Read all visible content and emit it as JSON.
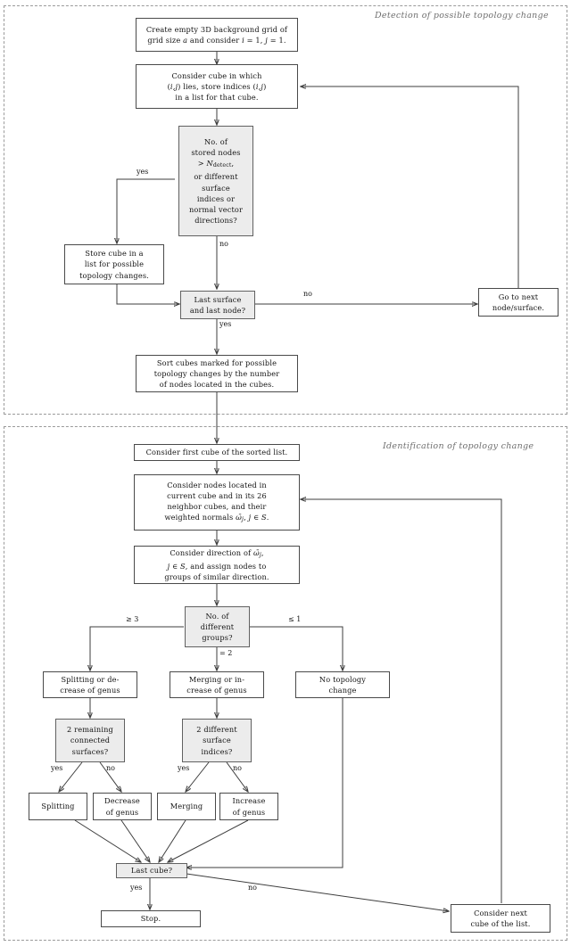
{
  "panels": [
    {
      "name": "detection-panel",
      "label": "Detection of possible topology change"
    },
    {
      "name": "identification-panel",
      "label": "Identification of topology change"
    }
  ],
  "nodes": [
    {
      "id": "create-grid",
      "text": "Create empty 3D background grid of\ngrid size a and consider i = 1, j = 1.",
      "shape": "process"
    },
    {
      "id": "consider-cube",
      "text": "Consider cube in which\n(i,j) lies, store indices (i,j)\nin a list for that cube.",
      "shape": "process"
    },
    {
      "id": "stored-nodes-test",
      "text": "No. of\nstored nodes\n> Ndetect,\nor different\nsurface\nindices or\nnormal vector\ndirections?",
      "shape": "decision"
    },
    {
      "id": "store-cube",
      "text": "Store cube in a\nlist for possible\ntopology changes.",
      "shape": "process"
    },
    {
      "id": "last-surface-test",
      "text": "Last surface\nand last node?",
      "shape": "decision"
    },
    {
      "id": "go-next-node",
      "text": "Go to next\nnode/surface.",
      "shape": "process"
    },
    {
      "id": "sort-cubes",
      "text": "Sort cubes marked for possible\ntopology changes by the number\nof nodes located in the cubes.",
      "shape": "process"
    },
    {
      "id": "consider-first-cube",
      "text": "Consider first cube of the sorted list.",
      "shape": "process"
    },
    {
      "id": "consider-nodes",
      "text": "Consider nodes located in\ncurrent cube and in its 26\nneighbor cubes, and their\nweighted normals ω̄j, j ∈ S.",
      "shape": "process"
    },
    {
      "id": "consider-direction",
      "text": "Consider direction of ω̄j,\nj ∈ S, and assign nodes to\ngroups of similar direction.",
      "shape": "process"
    },
    {
      "id": "groups-test",
      "text": "No. of\ndifferent\ngroups?",
      "shape": "decision"
    },
    {
      "id": "splitting-decrease",
      "text": "Splitting or de-\ncrease of genus",
      "shape": "process"
    },
    {
      "id": "merging-increase",
      "text": "Merging or in-\ncrease of genus",
      "shape": "process"
    },
    {
      "id": "no-topology-change",
      "text": "No topology\nchange",
      "shape": "process"
    },
    {
      "id": "two-surfaces-test",
      "text": "2 remaining\nconnected\nsurfaces?",
      "shape": "decision"
    },
    {
      "id": "two-indices-test",
      "text": "2 different\nsurface\nindices?",
      "shape": "decision"
    },
    {
      "id": "splitting",
      "text": "Splitting",
      "shape": "process"
    },
    {
      "id": "decrease-genus",
      "text": "Decrease\nof genus",
      "shape": "process"
    },
    {
      "id": "merging",
      "text": "Merging",
      "shape": "process"
    },
    {
      "id": "increase-genus",
      "text": "Increase\nof genus",
      "shape": "process"
    },
    {
      "id": "last-cube-test",
      "text": "Last cube?",
      "shape": "decision"
    },
    {
      "id": "stop",
      "text": "Stop.",
      "shape": "process"
    },
    {
      "id": "consider-next-cube",
      "text": "Consider next\ncube of the list.",
      "shape": "process"
    }
  ],
  "edge_labels": [
    {
      "id": "yes-store-cube",
      "text": "yes"
    },
    {
      "id": "no-stored-nodes",
      "text": "no"
    },
    {
      "id": "no-last-surface",
      "text": "no"
    },
    {
      "id": "yes-last-surface",
      "text": "yes"
    },
    {
      "id": "ge-three-groups",
      "text": "≥ 3"
    },
    {
      "id": "le-one-group",
      "text": "≤ 1"
    },
    {
      "id": "eq-two-groups",
      "text": "= 2"
    },
    {
      "id": "yes-two-surfaces",
      "text": "yes"
    },
    {
      "id": "no-two-surfaces",
      "text": "no"
    },
    {
      "id": "yes-two-indices",
      "text": "yes"
    },
    {
      "id": "no-two-indices",
      "text": "no"
    },
    {
      "id": "yes-last-cube",
      "text": "yes"
    },
    {
      "id": "no-last-cube",
      "text": "no"
    }
  ],
  "colors": {
    "decision_fill": "#ececec",
    "process_fill": "#ffffff",
    "stroke": "#3d3d3d",
    "panel_border": "#9a9a9a",
    "panel_label": "#6f6f6f"
  }
}
